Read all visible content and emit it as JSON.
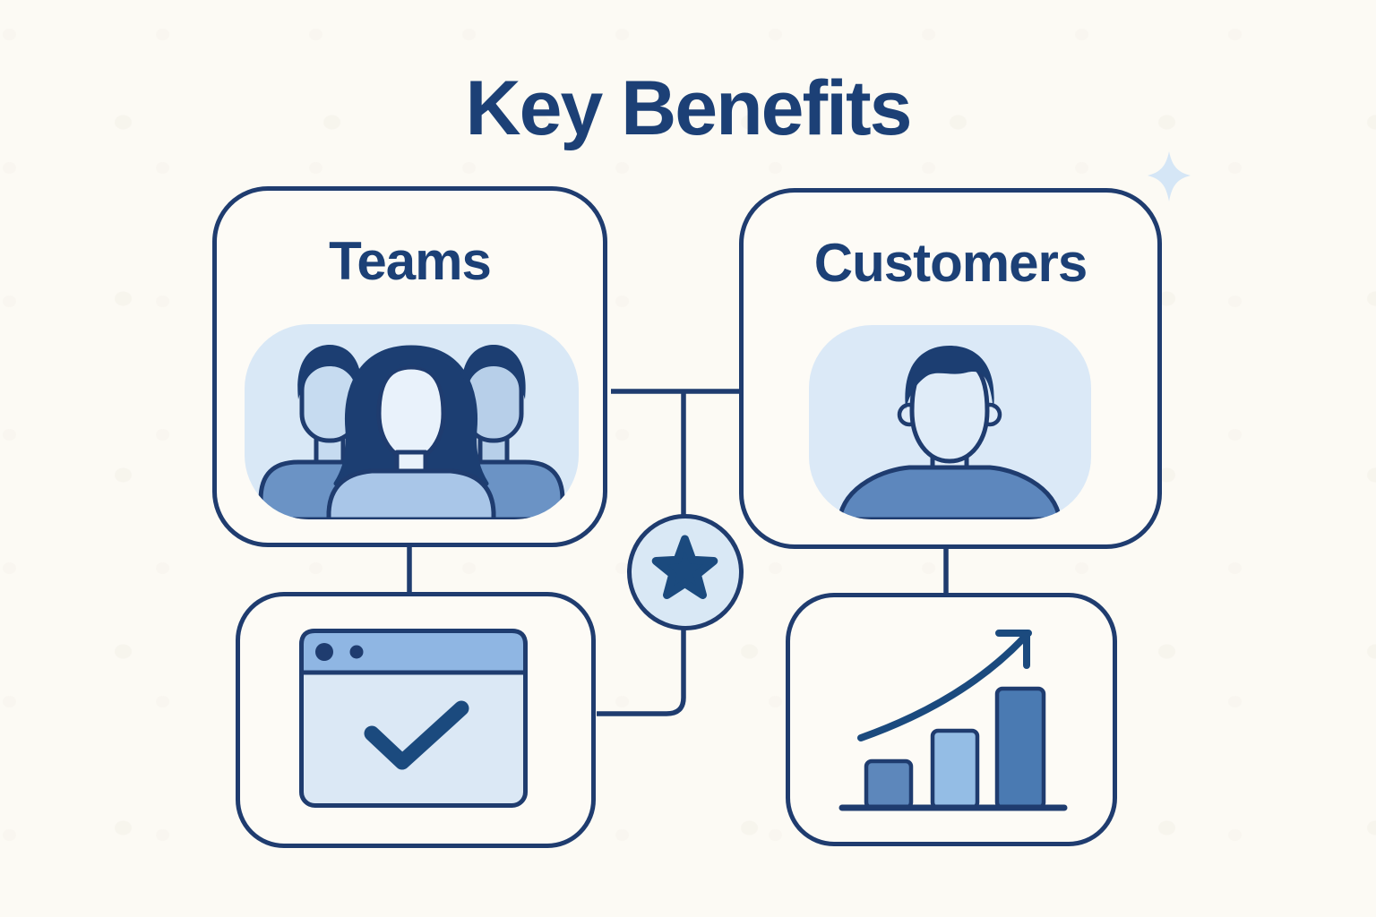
{
  "title": "Key Benefits",
  "nodes": {
    "teams": {
      "label": "Teams",
      "icon": "team-avatars-icon"
    },
    "customers": {
      "label": "Customers",
      "icon": "customer-avatar-icon"
    },
    "teams_benefit": {
      "icon": "browser-check-icon"
    },
    "customers_benefit": {
      "icon": "growth-chart-icon"
    }
  },
  "badge": {
    "icon": "star-icon"
  },
  "decorations": {
    "sparkle": "sparkle-icon"
  },
  "colors": {
    "background": "#fcfaf4",
    "outline_navy": "#1f3c6f",
    "text_navy": "#1c4076",
    "fill_navy": "#1b4a7e",
    "panel_light_blue": "#d9e8f6",
    "shirt_mid_blue": "#6b93c5",
    "shirt_light_blue": "#a9c6e8",
    "shirt_customer_blue": "#5d87bd",
    "titlebar_blue": "#8fb6e3",
    "window_body_blue": "#dbe8f5",
    "bar_mid": "#5d87bb",
    "bar_light": "#94bde5",
    "bar_dark": "#4a7ab2"
  }
}
